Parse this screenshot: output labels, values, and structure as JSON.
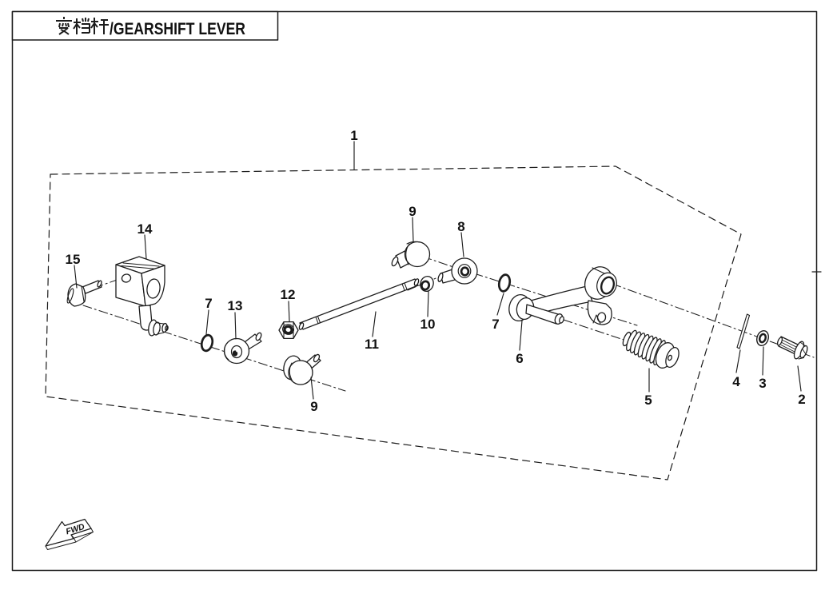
{
  "header": {
    "title": "变档杆/GEARSHIFT LEVER",
    "title_cjk": "变档杆",
    "title_latin": "/GEARSHIFT LEVER"
  },
  "callouts": [
    "1",
    "2",
    "3",
    "4",
    "5",
    "6",
    "7",
    "7",
    "8",
    "9",
    "9",
    "10",
    "11",
    "12",
    "13",
    "14",
    "15"
  ],
  "fwd_label": "FWD",
  "colors": {
    "line": "#1c1c1c",
    "background": "#ffffff"
  }
}
